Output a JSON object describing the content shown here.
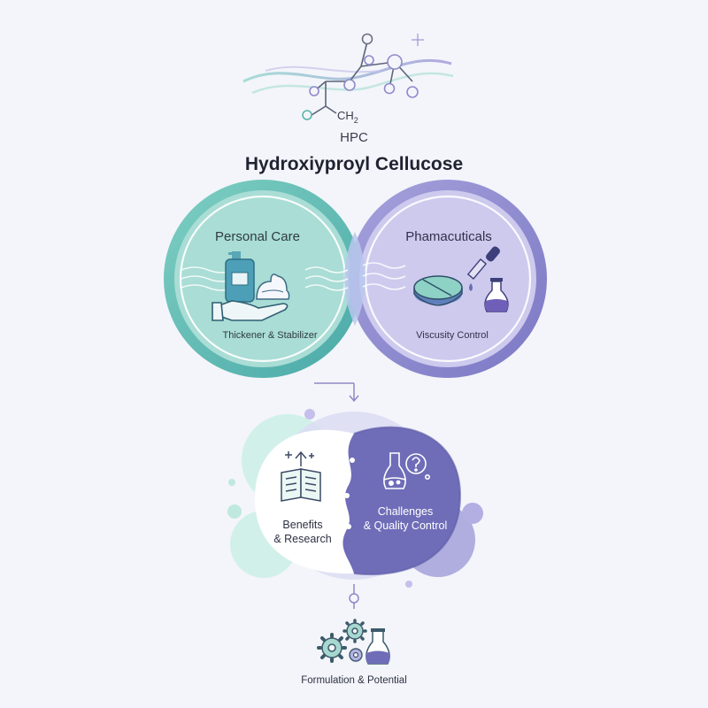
{
  "header": {
    "molecule_label": "CH",
    "molecule_subscript": "2",
    "abbreviation": "HPC",
    "title": "Hydroxiyproyl Cellucose"
  },
  "applications": [
    {
      "title": "Personal Care",
      "subtitle": "Thickener & Stabilizer"
    },
    {
      "title": "Phamacuticals",
      "subtitle": "Viscusity Control"
    }
  ],
  "research": {
    "benefits": [
      "Benefits",
      "& Research"
    ],
    "challenges": [
      "Challenges",
      "& Quality Control"
    ]
  },
  "footer": {
    "label": "Formulation & Potential"
  },
  "colors": {
    "teal": "#5bb8ad",
    "purple": "#8b86cc",
    "deep_purple": "#6b6bb5",
    "background": "#f3f5fa"
  },
  "icons": [
    "molecule-icon",
    "lotion-bottle-icon",
    "cream-icon",
    "hand-icon",
    "pill-icon",
    "dropper-icon",
    "flask-icon",
    "book-icon",
    "question-flask-icon",
    "gears-icon"
  ]
}
